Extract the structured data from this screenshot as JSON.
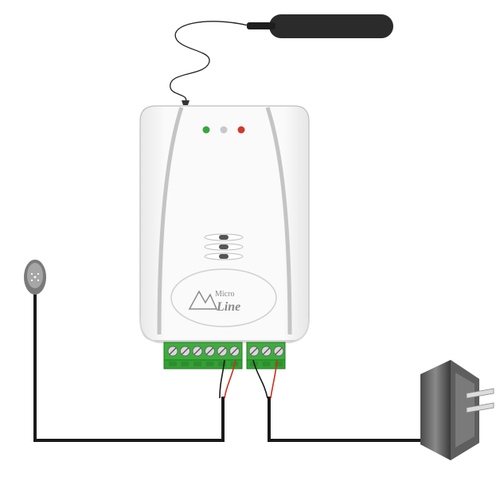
{
  "device": {
    "brand_text_top": "Micro",
    "brand_text_bottom": "Line",
    "leds": [
      {
        "name": "led-green",
        "color": "#3aa63a"
      },
      {
        "name": "led-grey",
        "color": "#c8c8c8"
      },
      {
        "name": "led-red",
        "color": "#d03a2a"
      }
    ],
    "body_color": "#f4f4f4",
    "terminal_color": "#3cae3c"
  },
  "components": {
    "antenna": "gsm-antenna",
    "sensor": "temperature-sensor",
    "power": "power-adapter"
  }
}
